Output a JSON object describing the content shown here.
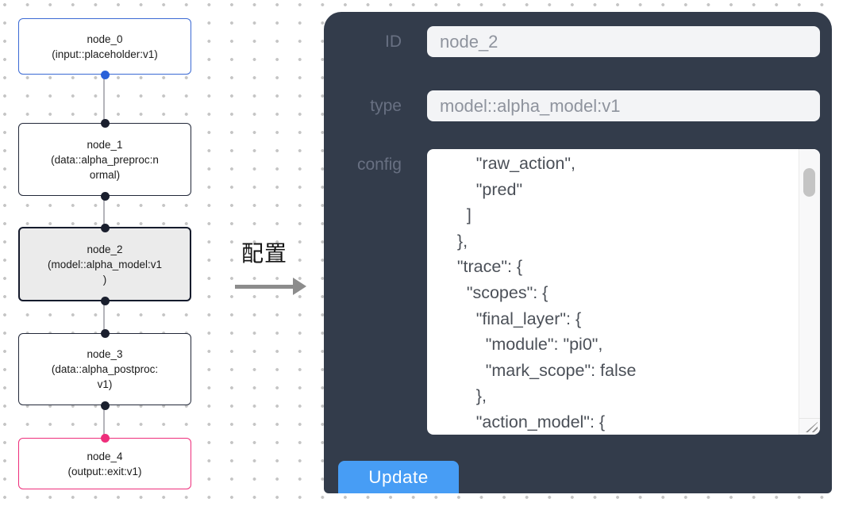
{
  "flow": {
    "nodes": [
      {
        "title": "node_0",
        "subtitle": "(input::placeholder:v1)",
        "kind": "input"
      },
      {
        "title": "node_1",
        "subtitle": "(data::alpha_preproc:n\normal)",
        "kind": "default"
      },
      {
        "title": "node_2",
        "subtitle": "(model::alpha_model:v1\n)",
        "kind": "default-selected"
      },
      {
        "title": "node_3",
        "subtitle": "(data::alpha_postproc:\nv1)",
        "kind": "default"
      },
      {
        "title": "node_4",
        "subtitle": "(output::exit:v1)",
        "kind": "output"
      }
    ],
    "transition_label": "配置"
  },
  "panel": {
    "id_label": "ID",
    "id_value": "node_2",
    "type_label": "type",
    "type_value": "model::alpha_model:v1",
    "config_label": "config",
    "config_text": "        \"raw_action\",\n        \"pred\"\n      ]\n    },\n    \"trace\": {\n      \"scopes\": {\n        \"final_layer\": {\n          \"module\": \"pi0\",\n          \"mark_scope\": false\n        },\n        \"action_model\": {",
    "update_label": "Update"
  },
  "colors": {
    "panel_bg": "#333c4b",
    "button_blue": "#479df5",
    "input_node_border": "#3b6ad4",
    "output_node_border": "#ee2e7b",
    "default_node_border": "#222839",
    "selected_node_bg": "#ebebeb",
    "edge_gray": "#b4b4ba",
    "handle_dark": "#1a1f2e"
  }
}
